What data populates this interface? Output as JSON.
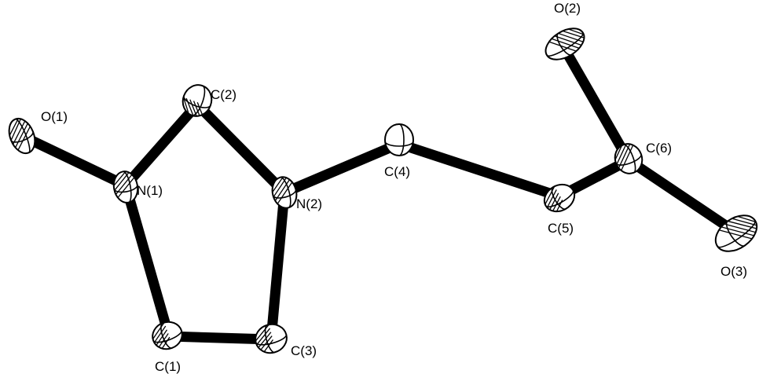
{
  "atoms": [
    {
      "id": "O1",
      "label": "O(1)"
    },
    {
      "id": "C2",
      "label": "C(2)"
    },
    {
      "id": "N1",
      "label": "N(1)"
    },
    {
      "id": "N2",
      "label": "N(2)"
    },
    {
      "id": "C1",
      "label": "C(1)"
    },
    {
      "id": "C3",
      "label": "C(3)"
    },
    {
      "id": "C4",
      "label": "C(4)"
    },
    {
      "id": "C5",
      "label": "C(5)"
    },
    {
      "id": "C6",
      "label": "C(6)"
    },
    {
      "id": "O2",
      "label": "O(2)"
    },
    {
      "id": "O3",
      "label": "O(3)"
    }
  ],
  "bonds": [
    [
      "O1",
      "N1"
    ],
    [
      "N1",
      "C2"
    ],
    [
      "C2",
      "N2"
    ],
    [
      "N1",
      "C1"
    ],
    [
      "C1",
      "C3"
    ],
    [
      "C3",
      "N2"
    ],
    [
      "N2",
      "C4"
    ],
    [
      "C4",
      "C5"
    ],
    [
      "C5",
      "C6"
    ],
    [
      "C6",
      "O2"
    ],
    [
      "C6",
      "O3"
    ]
  ]
}
